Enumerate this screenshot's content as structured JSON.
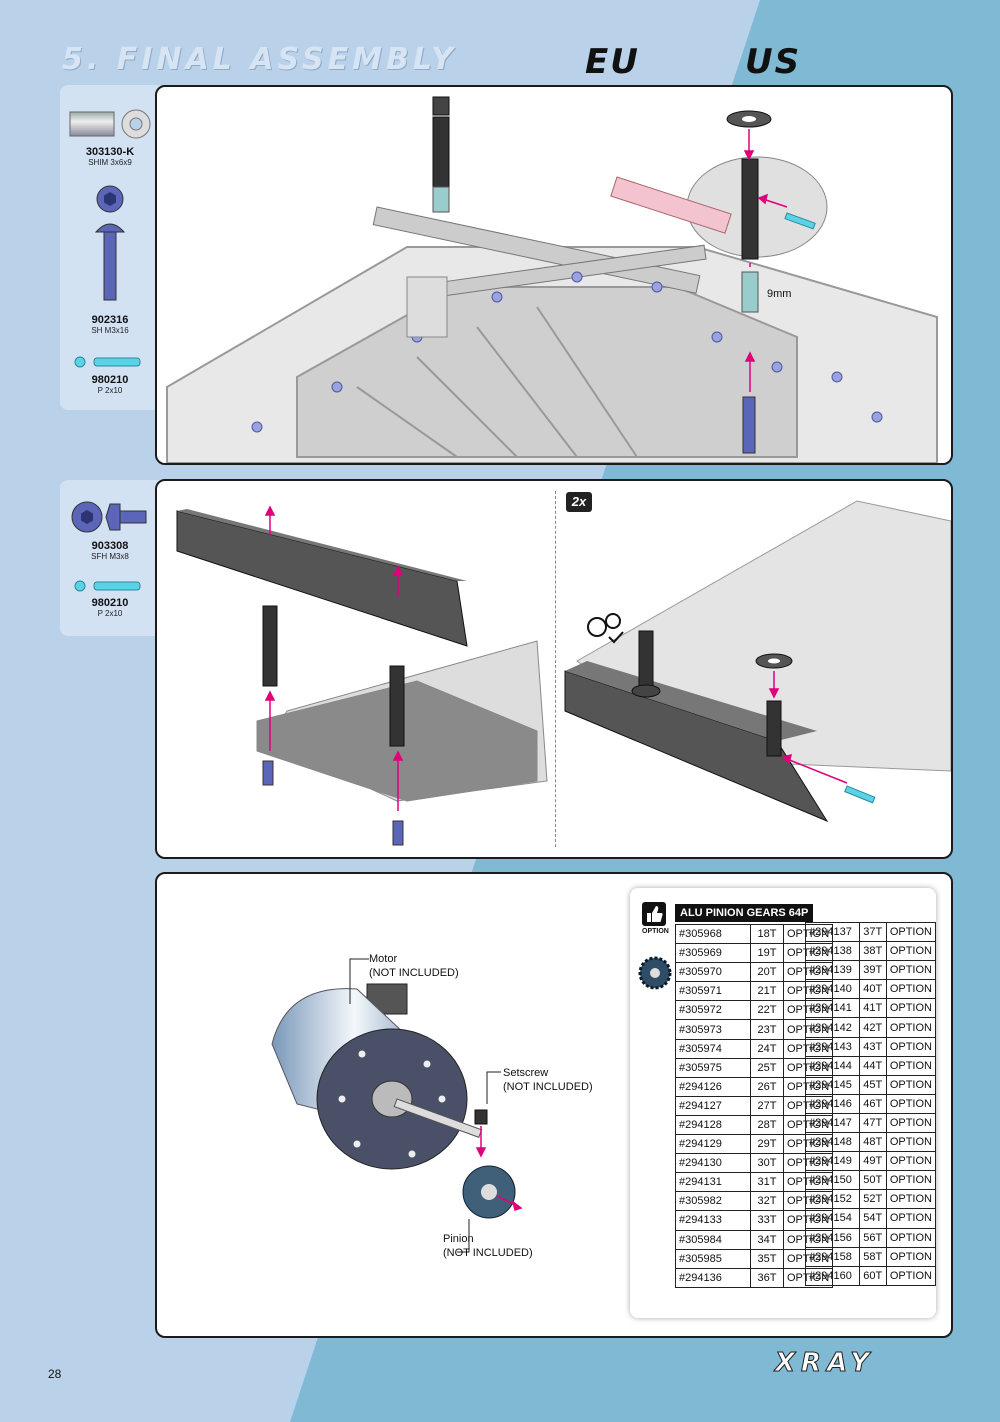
{
  "header": {
    "title": "5. FINAL ASSEMBLY",
    "brand_eu": "EU",
    "brand_us": "US"
  },
  "section1": {
    "parts": [
      {
        "number": "303130-K",
        "desc": "SHIM 3x6x9"
      },
      {
        "number": "902316",
        "desc": "SH M3x16"
      },
      {
        "number": "980210",
        "desc": "P 2x10"
      }
    ],
    "dimension_label": "9mm"
  },
  "section2": {
    "parts": [
      {
        "number": "903308",
        "desc": "SFH M3x8"
      },
      {
        "number": "980210",
        "desc": "P 2x10"
      }
    ],
    "multiplier": "2x"
  },
  "section3": {
    "motor_label": [
      "Motor",
      "(NOT INCLUDED)"
    ],
    "setscrew_label": [
      "Setscrew",
      "(NOT INCLUDED)"
    ],
    "pinion_label": [
      "Pinion",
      "(NOT INCLUDED)"
    ],
    "option_label": "OPTION",
    "table_title": "ALU PINION GEARS 64P",
    "left_rows": [
      [
        "#305968",
        "18T",
        "OPTION"
      ],
      [
        "#305969",
        "19T",
        "OPTION"
      ],
      [
        "#305970",
        "20T",
        "OPTION"
      ],
      [
        "#305971",
        "21T",
        "OPTION"
      ],
      [
        "#305972",
        "22T",
        "OPTION"
      ],
      [
        "#305973",
        "23T",
        "OPTION"
      ],
      [
        "#305974",
        "24T",
        "OPTION"
      ],
      [
        "#305975",
        "25T",
        "OPTION"
      ],
      [
        "#294126",
        "26T",
        "OPTION"
      ],
      [
        "#294127",
        "27T",
        "OPTION"
      ],
      [
        "#294128",
        "28T",
        "OPTION"
      ],
      [
        "#294129",
        "29T",
        "OPTION"
      ],
      [
        "#294130",
        "30T",
        "OPTION"
      ],
      [
        "#294131",
        "31T",
        "OPTION"
      ],
      [
        "#305982",
        "32T",
        "OPTION"
      ],
      [
        "#294133",
        "33T",
        "OPTION"
      ],
      [
        "#305984",
        "34T",
        "OPTION"
      ],
      [
        "#305985",
        "35T",
        "OPTION"
      ],
      [
        "#294136",
        "36T",
        "OPTION"
      ]
    ],
    "right_rows": [
      [
        "#294137",
        "37T",
        "OPTION"
      ],
      [
        "#294138",
        "38T",
        "OPTION"
      ],
      [
        "#294139",
        "39T",
        "OPTION"
      ],
      [
        "#294140",
        "40T",
        "OPTION"
      ],
      [
        "#294141",
        "41T",
        "OPTION"
      ],
      [
        "#294142",
        "42T",
        "OPTION"
      ],
      [
        "#294143",
        "43T",
        "OPTION"
      ],
      [
        "#294144",
        "44T",
        "OPTION"
      ],
      [
        "#294145",
        "45T",
        "OPTION"
      ],
      [
        "#294146",
        "46T",
        "OPTION"
      ],
      [
        "#294147",
        "47T",
        "OPTION"
      ],
      [
        "#294148",
        "48T",
        "OPTION"
      ],
      [
        "#294149",
        "49T",
        "OPTION"
      ],
      [
        "#294150",
        "50T",
        "OPTION"
      ],
      [
        "#294152",
        "52T",
        "OPTION"
      ],
      [
        "#294154",
        "54T",
        "OPTION"
      ],
      [
        "#294156",
        "56T",
        "OPTION"
      ],
      [
        "#294158",
        "58T",
        "OPTION"
      ],
      [
        "#294160",
        "60T",
        "OPTION"
      ]
    ]
  },
  "footer": {
    "page_number": "28",
    "logo": "XRAY"
  }
}
